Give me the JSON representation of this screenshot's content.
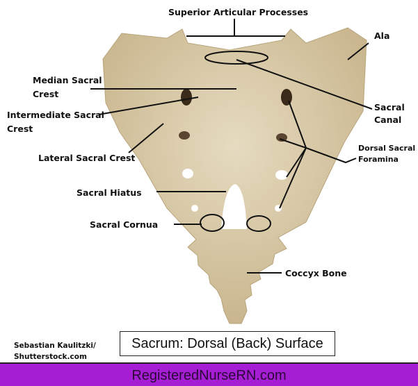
{
  "labels": {
    "superior_articular": "Superior Articular Processes",
    "ala": "Ala",
    "median_crest_1": "Median Sacral",
    "median_crest_2": "Crest",
    "sacral_canal_1": "Sacral",
    "sacral_canal_2": "Canal",
    "intermediate_crest_1": "Intermediate Sacral",
    "intermediate_crest_2": "Crest",
    "dorsal_foramina_1": "Dorsal Sacral",
    "dorsal_foramina_2": "Foramina",
    "lateral_crest": "Lateral Sacral Crest",
    "sacral_hiatus": "Sacral Hiatus",
    "sacral_cornua": "Sacral Cornua",
    "coccyx": "Coccyx Bone"
  },
  "title": "Sacrum: Dorsal (Back) Surface",
  "credit": {
    "line1": "Sebastian Kaulitzki/",
    "line2": "Shutterstock.com"
  },
  "footer": "RegisteredNurseRN.com",
  "colors": {
    "bone": "#d9cba9",
    "footer_bg": "#a61ed4"
  }
}
